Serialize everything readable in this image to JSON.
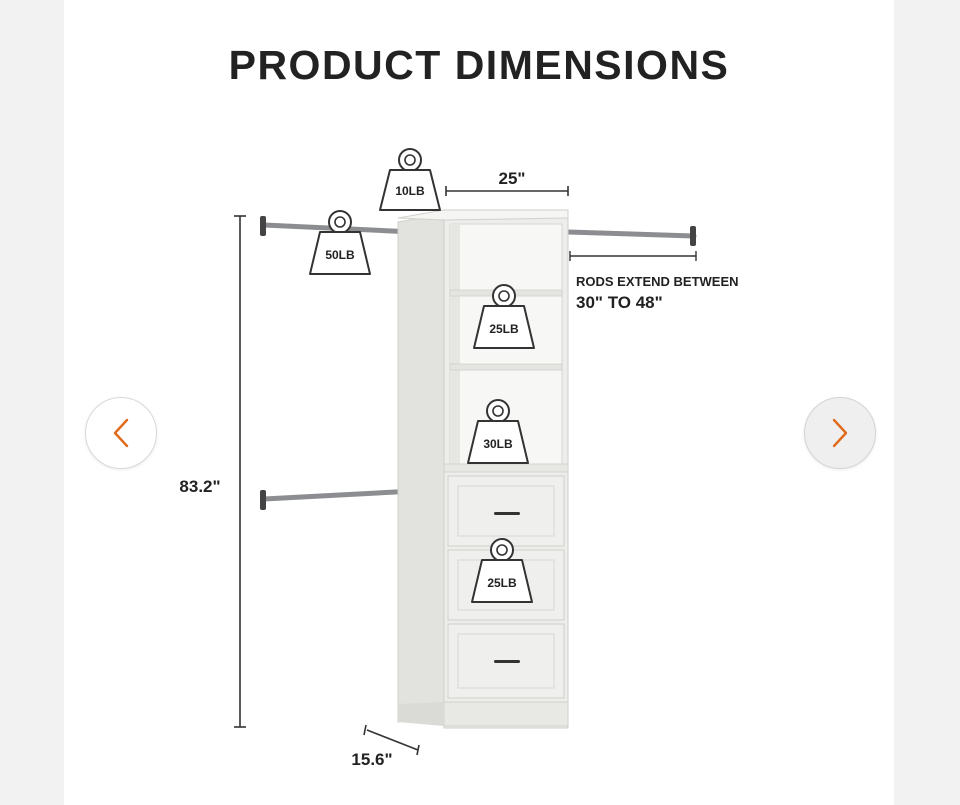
{
  "page": {
    "title": "PRODUCT DIMENSIONS"
  },
  "dimensions": {
    "width": "25\"",
    "height": "83.2\"",
    "depth": "15.6\"",
    "rods_note_line1": "RODS EXTEND BETWEEN",
    "rods_note_line2": "30\" TO 48\""
  },
  "weights": {
    "top": "10LB",
    "upper_rod": "50LB",
    "upper_shelf": "25LB",
    "middle_shelf": "30LB",
    "drawer": "25LB"
  },
  "icons": {
    "prev": "chevron-left-icon",
    "next": "chevron-right-icon",
    "weight": "kettlebell-weight-icon"
  },
  "colors": {
    "accent": "#e06a1b",
    "cabinet": "#ededeb",
    "text": "#222222"
  }
}
